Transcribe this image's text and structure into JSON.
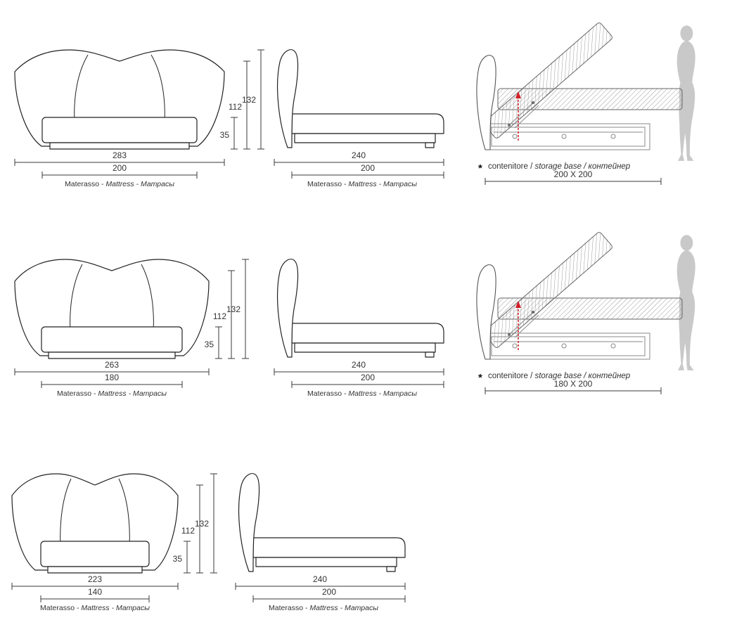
{
  "rows": [
    {
      "front": {
        "outer_width": "283",
        "mattress_width": "200",
        "caption_regular": "Materasso - ",
        "caption_italic": "Mattress - Матрасы"
      },
      "heights": {
        "total": "132",
        "upper": "112",
        "base": "35"
      },
      "side": {
        "outer_width": "240",
        "mattress_width": "200",
        "caption_regular": "Materasso - ",
        "caption_italic": "Mattress - Матрасы"
      },
      "storage": {
        "star": "*",
        "caption_regular": "contenitore / ",
        "caption_italic": "storage base / контейнер",
        "footprint": "200 X 200"
      }
    },
    {
      "front": {
        "outer_width": "263",
        "mattress_width": "180",
        "caption_regular": "Materasso - ",
        "caption_italic": "Mattress - Матрасы"
      },
      "heights": {
        "total": "132",
        "upper": "112",
        "base": "35"
      },
      "side": {
        "outer_width": "240",
        "mattress_width": "200",
        "caption_regular": "Materasso - ",
        "caption_italic": "Mattress - Матрасы"
      },
      "storage": {
        "star": "*",
        "caption_regular": "contenitore / ",
        "caption_italic": "storage base / контейнер",
        "footprint": "180 X 200"
      }
    },
    {
      "front": {
        "outer_width": "223",
        "mattress_width": "140",
        "caption_regular": "Materasso - ",
        "caption_italic": "Mattress - Матрасы"
      },
      "heights": {
        "total": "132",
        "upper": "112",
        "base": "35"
      },
      "side": {
        "outer_width": "240",
        "mattress_width": "200",
        "caption_regular": "Materasso - ",
        "caption_italic": "Mattress - Матрасы"
      }
    }
  ],
  "colors": {
    "line": "#222222",
    "dimension": "#3a3a3a",
    "silhouette": "#c9c9c9",
    "accent_red": "#d21f26"
  }
}
